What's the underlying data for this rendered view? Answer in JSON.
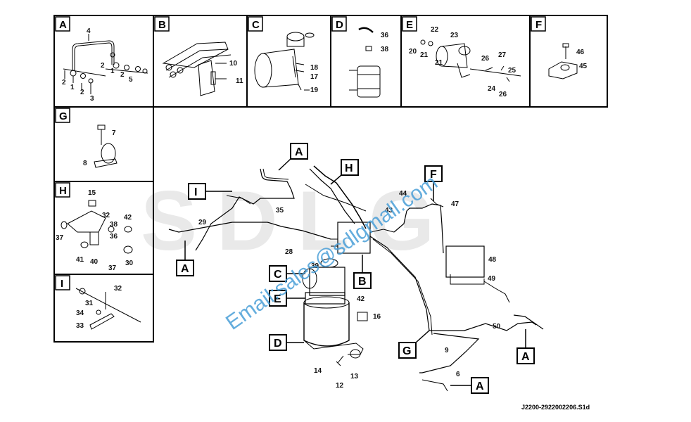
{
  "watermark": {
    "logo": "SDLG",
    "email": "Email:sales@sdlgmall.com"
  },
  "drawing_ref": "J2200-2922002206.S1d",
  "panels": [
    {
      "letter": "A",
      "callouts": [
        "4",
        "2",
        "1",
        "2",
        "5",
        "2",
        "1",
        "2",
        "3"
      ]
    },
    {
      "letter": "B",
      "callouts": [
        "10",
        "11"
      ]
    },
    {
      "letter": "C",
      "callouts": [
        "18",
        "17",
        "19"
      ]
    },
    {
      "letter": "D",
      "callouts": [
        "36",
        "38"
      ]
    },
    {
      "letter": "E",
      "callouts": [
        "22",
        "23",
        "20",
        "21",
        "21",
        "26",
        "27",
        "25",
        "24",
        "26"
      ]
    },
    {
      "letter": "F",
      "callouts": [
        "46",
        "45"
      ]
    },
    {
      "letter": "G",
      "callouts": [
        "7",
        "8"
      ]
    },
    {
      "letter": "H",
      "callouts": [
        "15",
        "32",
        "42",
        "38",
        "37",
        "36",
        "41",
        "40",
        "37",
        "30"
      ]
    },
    {
      "letter": "I",
      "callouts": [
        "32",
        "31",
        "34",
        "33"
      ]
    }
  ],
  "view_markers": [
    "A",
    "I",
    "H",
    "F",
    "C",
    "E",
    "B",
    "D",
    "G",
    "A",
    "A"
  ],
  "main_callouts": [
    "35",
    "29",
    "28",
    "44",
    "43",
    "47",
    "48",
    "49",
    "39",
    "42",
    "16",
    "14",
    "12",
    "13",
    "9",
    "6",
    "50"
  ],
  "colors": {
    "lines": "#000000",
    "watermark": "#4a9fd8",
    "logo": "#e9e9e9"
  }
}
